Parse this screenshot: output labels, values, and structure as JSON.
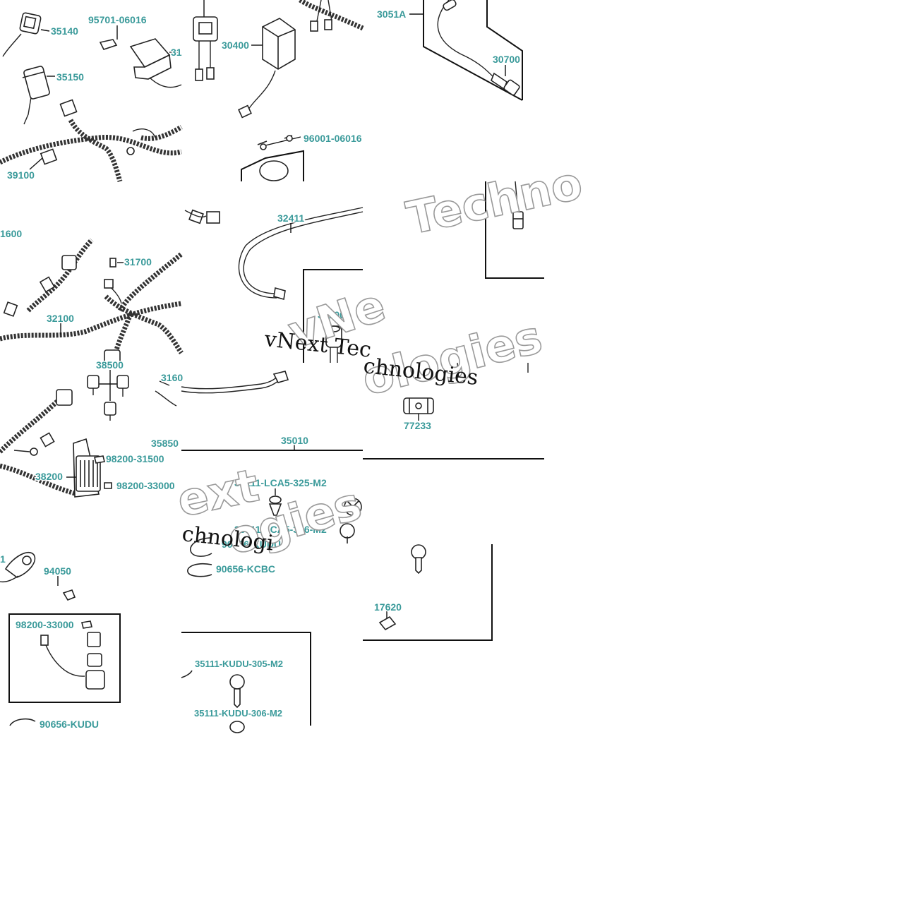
{
  "labels": {
    "p35140": "35140",
    "p95701": "95701-06016",
    "p31x": "31",
    "p35150": "35150",
    "p39100": "39100",
    "p30400": "30400",
    "p96001": "96001-06016",
    "p3051a": "3051A",
    "p30700": "30700",
    "p1600": "1600",
    "p31700": "31700",
    "p32100": "32100",
    "p32411": "32411",
    "p35100": "35100",
    "p38500": "38500",
    "p3160": "3160",
    "p35850": "35850",
    "p98200_31500": "98200-31500",
    "p38200": "38200",
    "p98200_33000a": "98200-33000",
    "p35010": "35010",
    "p77233": "77233",
    "p35111_lca5_325": "35111-LCA5-325-M2",
    "p35111_lca5_326": "35111-LCA5-326-M2",
    "p90656_kudu_a": "90656-KUDU",
    "p90656_kcbc": "90656-KCBC",
    "p1x": "1",
    "p94050": "94050",
    "p17620": "17620",
    "p98200_33000b": "98200-33000",
    "p35111_kudu_305": "35111-KUDU-305-M2",
    "p35111_kudu_306": "35111-KUDU-306-M2",
    "p90656_kudu_b": "90656-KUDU"
  },
  "watermarks": {
    "techno": "Techno",
    "next": "ext",
    "vnext_mono_1": "vNext Tec",
    "nologies_mono": "chnologies",
    "mono_2": "chnologi",
    "vne": "vNe",
    "ologies_outline_1": "ologies",
    "ologies_outline_2": "ogies"
  },
  "colors": {
    "label": "#3a9a9a",
    "line": "#222222",
    "watermark_outline": "#9a9a9a"
  }
}
